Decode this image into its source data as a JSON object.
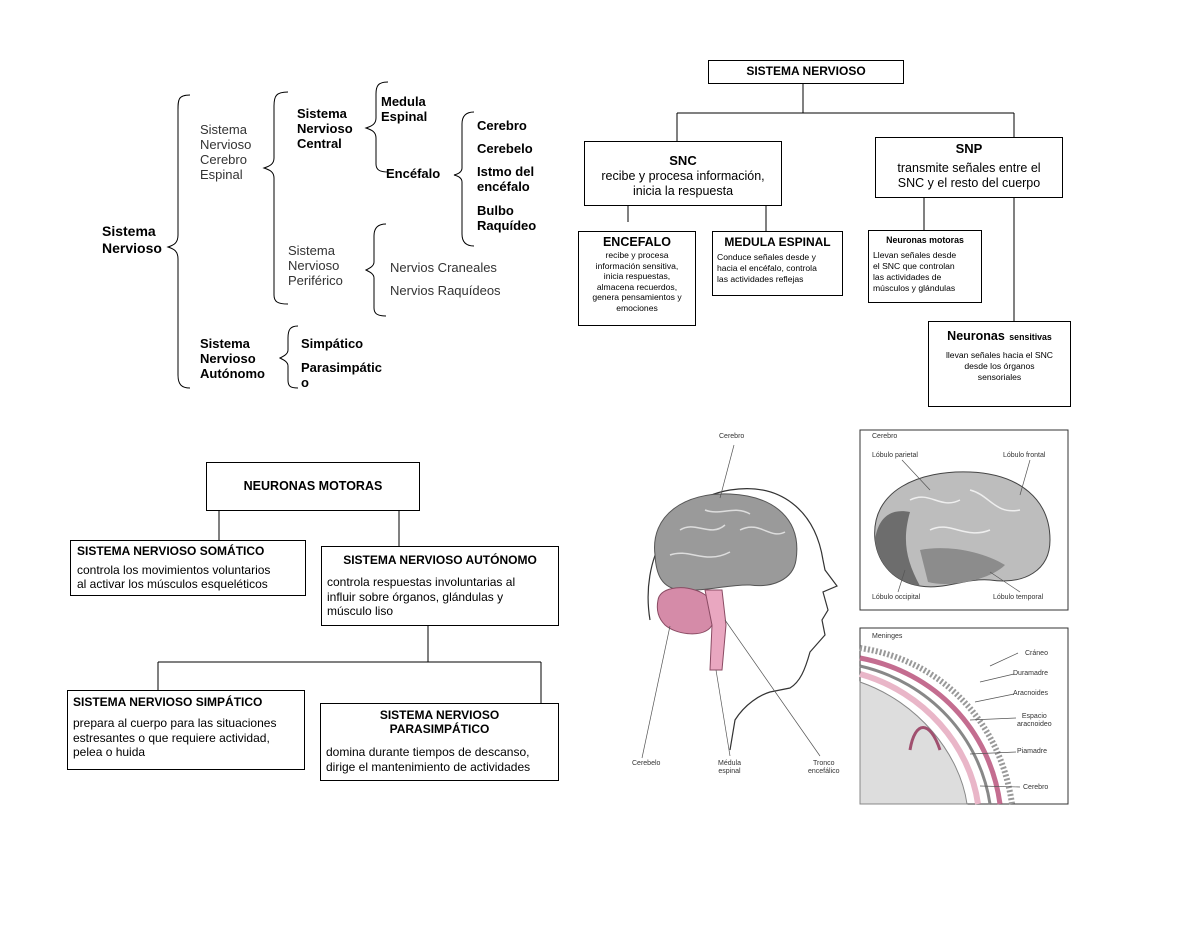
{
  "tree": {
    "root": "Sistema\nNervioso",
    "cerebro_espinal": "Sistema\nNervioso\nCerebro\nEspinal",
    "central": "Sistema\nNervioso\nCentral",
    "medula": "Medula\nEspinal",
    "encefalo": "Encéfalo",
    "cerebro": "Cerebro",
    "cerebelo": "Cerebelo",
    "istmo": "Istmo del\nencéfalo",
    "bulbo": "Bulbo\nRaquídeo",
    "periferico": "Sistema\nNervioso\nPeriférico",
    "craneales": "Nervios Craneales",
    "raquideos": "Nervios Raquídeos",
    "autonomo": "Sistema\nNervioso\nAutónomo",
    "simpatico": "Simpático",
    "parasimpatico": "Parasimpátic\no"
  },
  "map1": {
    "title": "SISTEMA NERVIOSO",
    "snc_title": "SNC",
    "snc_text": "recibe y procesa información,\ninicia la respuesta",
    "snp_title": "SNP",
    "snp_text": "transmite señales entre el\nSNC y el resto del cuerpo",
    "encefalo_title": "ENCEFALO",
    "encefalo_text": "recibe y procesa\ninformación sensitiva,\ninicia respuestas,\nalmacena recuerdos,\ngenera pensamientos y\nemociones",
    "medula_title": "MEDULA ESPINAL",
    "medula_text": "Conduce señales desde y\nhacia el encéfalo, controla\nlas actividades reflejas",
    "motoras_title": "Neuronas motoras",
    "motoras_text": "Llevan señales desde\nel SNC que controlan\nlas actividades de\nmúsculos y glándulas",
    "sensitivas_title": "Neuronas",
    "sensitivas_title_small": "sensitivas",
    "sensitivas_text": "llevan señales hacia el SNC\ndesde los órganos\nsensoriales"
  },
  "map2": {
    "title": "NEURONAS MOTORAS",
    "somatico_title": "SISTEMA NERVIOSO SOMÁTICO",
    "somatico_text": "controla los movimientos voluntarios\nal activar los músculos esqueléticos",
    "autonomo_title": "SISTEMA NERVIOSO AUTÓNOMO",
    "autonomo_text": "controla respuestas involuntarias al\ninfluir sobre órganos, glándulas y\nmúsculo liso",
    "simpatico_title": "SISTEMA NERVIOSO SIMPÁTICO",
    "simpatico_text": "prepara al cuerpo para las situaciones\nestresantes o que requiere actividad,\npelea o huida",
    "para_title": "SISTEMA NERVIOSO\nPARASIMPÁTICO",
    "para_text": "domina durante tiempos de descanso,\ndirige el mantenimiento de actividades"
  },
  "figure": {
    "head_cerebro": "Cerebro",
    "head_cerebelo": "Cerebelo",
    "head_medula": "Médula\nespinal",
    "head_tronco": "Tronco\nencefálico",
    "brain_title": "Cerebro",
    "parietal": "Lóbulo parietal",
    "frontal": "Lóbulo frontal",
    "occipital": "Lóbulo occipital",
    "temporal": "Lóbulo temporal",
    "meninges_title": "Meninges",
    "craneo": "Cráneo",
    "duramadre": "Duramadre",
    "aracnoides": "Aracnoides",
    "espacio": "Espacio\naracnoideo",
    "piamadre": "Piamadre",
    "cerebro_m": "Cerebro"
  }
}
